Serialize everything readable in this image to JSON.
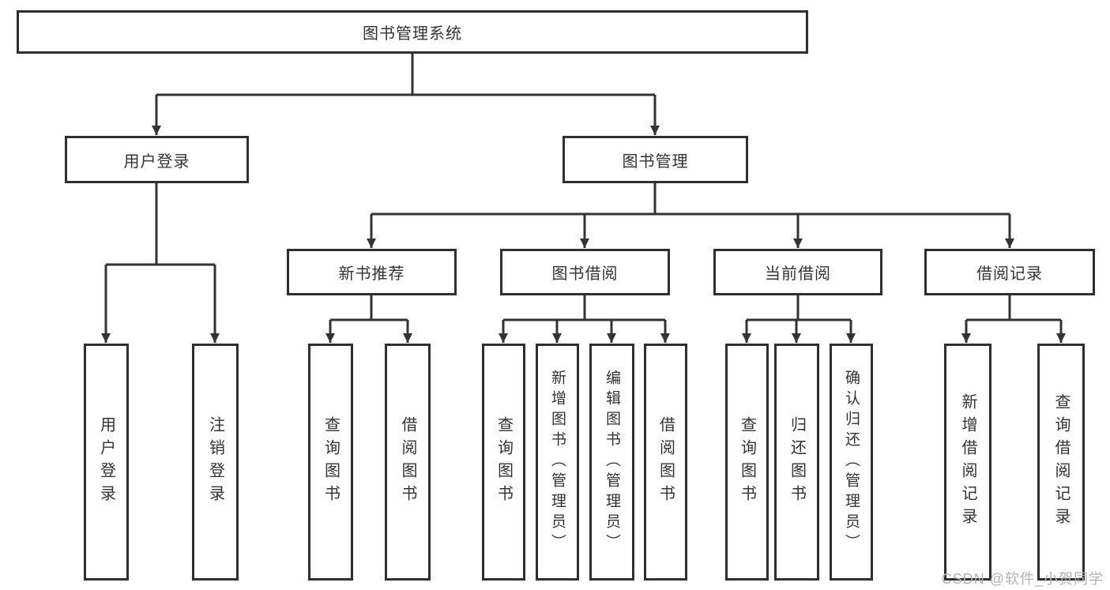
{
  "diagram": {
    "root": {
      "label": "图书管理系统"
    },
    "level2": [
      {
        "label": "用户登录",
        "children": [
          {
            "label": "用户登录"
          },
          {
            "label": "注销登录"
          }
        ]
      },
      {
        "label": "图书管理",
        "children": [
          {
            "label": "新书推荐",
            "children": [
              {
                "label": "查询图书"
              },
              {
                "label": "借阅图书"
              }
            ]
          },
          {
            "label": "图书借阅",
            "children": [
              {
                "label": "查询图书"
              },
              {
                "label": "新增图书（管理员）"
              },
              {
                "label": "编辑图书（管理员）"
              },
              {
                "label": "借阅图书"
              }
            ]
          },
          {
            "label": "当前借阅",
            "children": [
              {
                "label": "查询图书"
              },
              {
                "label": "归还图书"
              },
              {
                "label": "确认归还（管理员）"
              }
            ]
          },
          {
            "label": "借阅记录",
            "children": [
              {
                "label": "新增借阅记录"
              },
              {
                "label": "查询借阅记录"
              }
            ]
          }
        ]
      }
    ]
  },
  "watermark": {
    "text": "CSDN @软件_小贺同学"
  },
  "colors": {
    "line": "#333333",
    "box_border": "#2f2f2f",
    "text": "#333333",
    "watermark_text": "#b3b3b3",
    "background": "#ffffff"
  }
}
